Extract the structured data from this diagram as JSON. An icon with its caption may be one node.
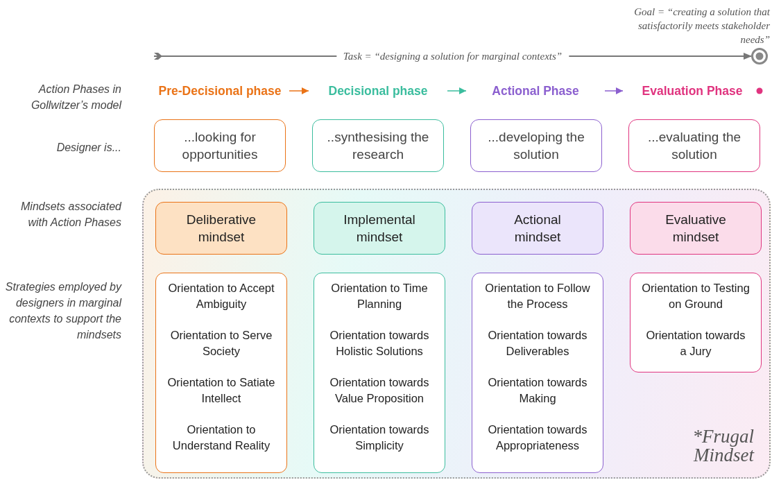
{
  "diagram": {
    "nodes": [
      {
        "text": [],
        "shape": "circle",
        "beside": [
          "Goal = “creating a solution that satisfactorily meets stakeholder needs”"
        ]
      },
      {
        "text": [
          "Pre-Decisional phase"
        ]
      },
      {
        "text": [
          "Decisional phase"
        ]
      },
      {
        "text": [
          "Actional Phase"
        ]
      },
      {
        "text": [
          "Evaluation Phase"
        ]
      },
      {
        "text": [
          "...looking for opportunities"
        ]
      },
      {
        "text": [
          "..synthesising the research"
        ]
      },
      {
        "text": [
          "...developing the solution"
        ]
      },
      {
        "text": [
          "...evaluating the solution"
        ]
      },
      {
        "text": [
          "*Frugal Mindset"
        ]
      },
      {
        "text": [
          "Deliberative mindset"
        ],
        "in": 9
      },
      {
        "text": [
          "Implemental mindset"
        ],
        "in": 9
      },
      {
        "text": [
          "Actional mindset"
        ],
        "in": 9
      },
      {
        "text": [
          "Evaluative mindset"
        ],
        "in": 9
      },
      {
        "text": [
          "Orientation to Accept Ambiguity",
          "Orientation to Serve Society",
          "Orientation to Satiate Intellect",
          "Orientation to Understand Reality"
        ],
        "in": 9
      },
      {
        "text": [
          "Orientation to Time Planning",
          "Orientation towards Holistic Solutions",
          "Orientation towards Value Proposition",
          "Orientation towards Simplicity"
        ],
        "in": 9
      },
      {
        "text": [
          "Orientation to Follow the Process",
          "Orientation towards Deliverables",
          "Orientation towards Making",
          "Orientation towards Appropriateness"
        ],
        "in": 9
      },
      {
        "text": [
          "Orientation to Testing on Ground",
          "Orientation towards a Jury"
        ],
        "in": 9
      }
    ],
    "edges": [
      {
        "from": null,
        "to": 0,
        "arrow": "to",
        "label": "Task = “designing a solution for marginal contexts”",
        "color": "#777777"
      },
      {
        "from": 1,
        "to": 2,
        "arrow": "to",
        "color": "#ea7317"
      },
      {
        "from": 2,
        "to": 3,
        "arrow": "to",
        "color": "#3bbd9e"
      },
      {
        "from": 3,
        "to": 4,
        "arrow": "to",
        "color": "#8b5fcf"
      }
    ],
    "labels": [
      "Action Phases in Gollwitzer’s model",
      "Designer is...",
      "Mindsets associated with Action Phases",
      "Strategies employed by designers in marginal contexts to support the mindsets"
    ]
  }
}
